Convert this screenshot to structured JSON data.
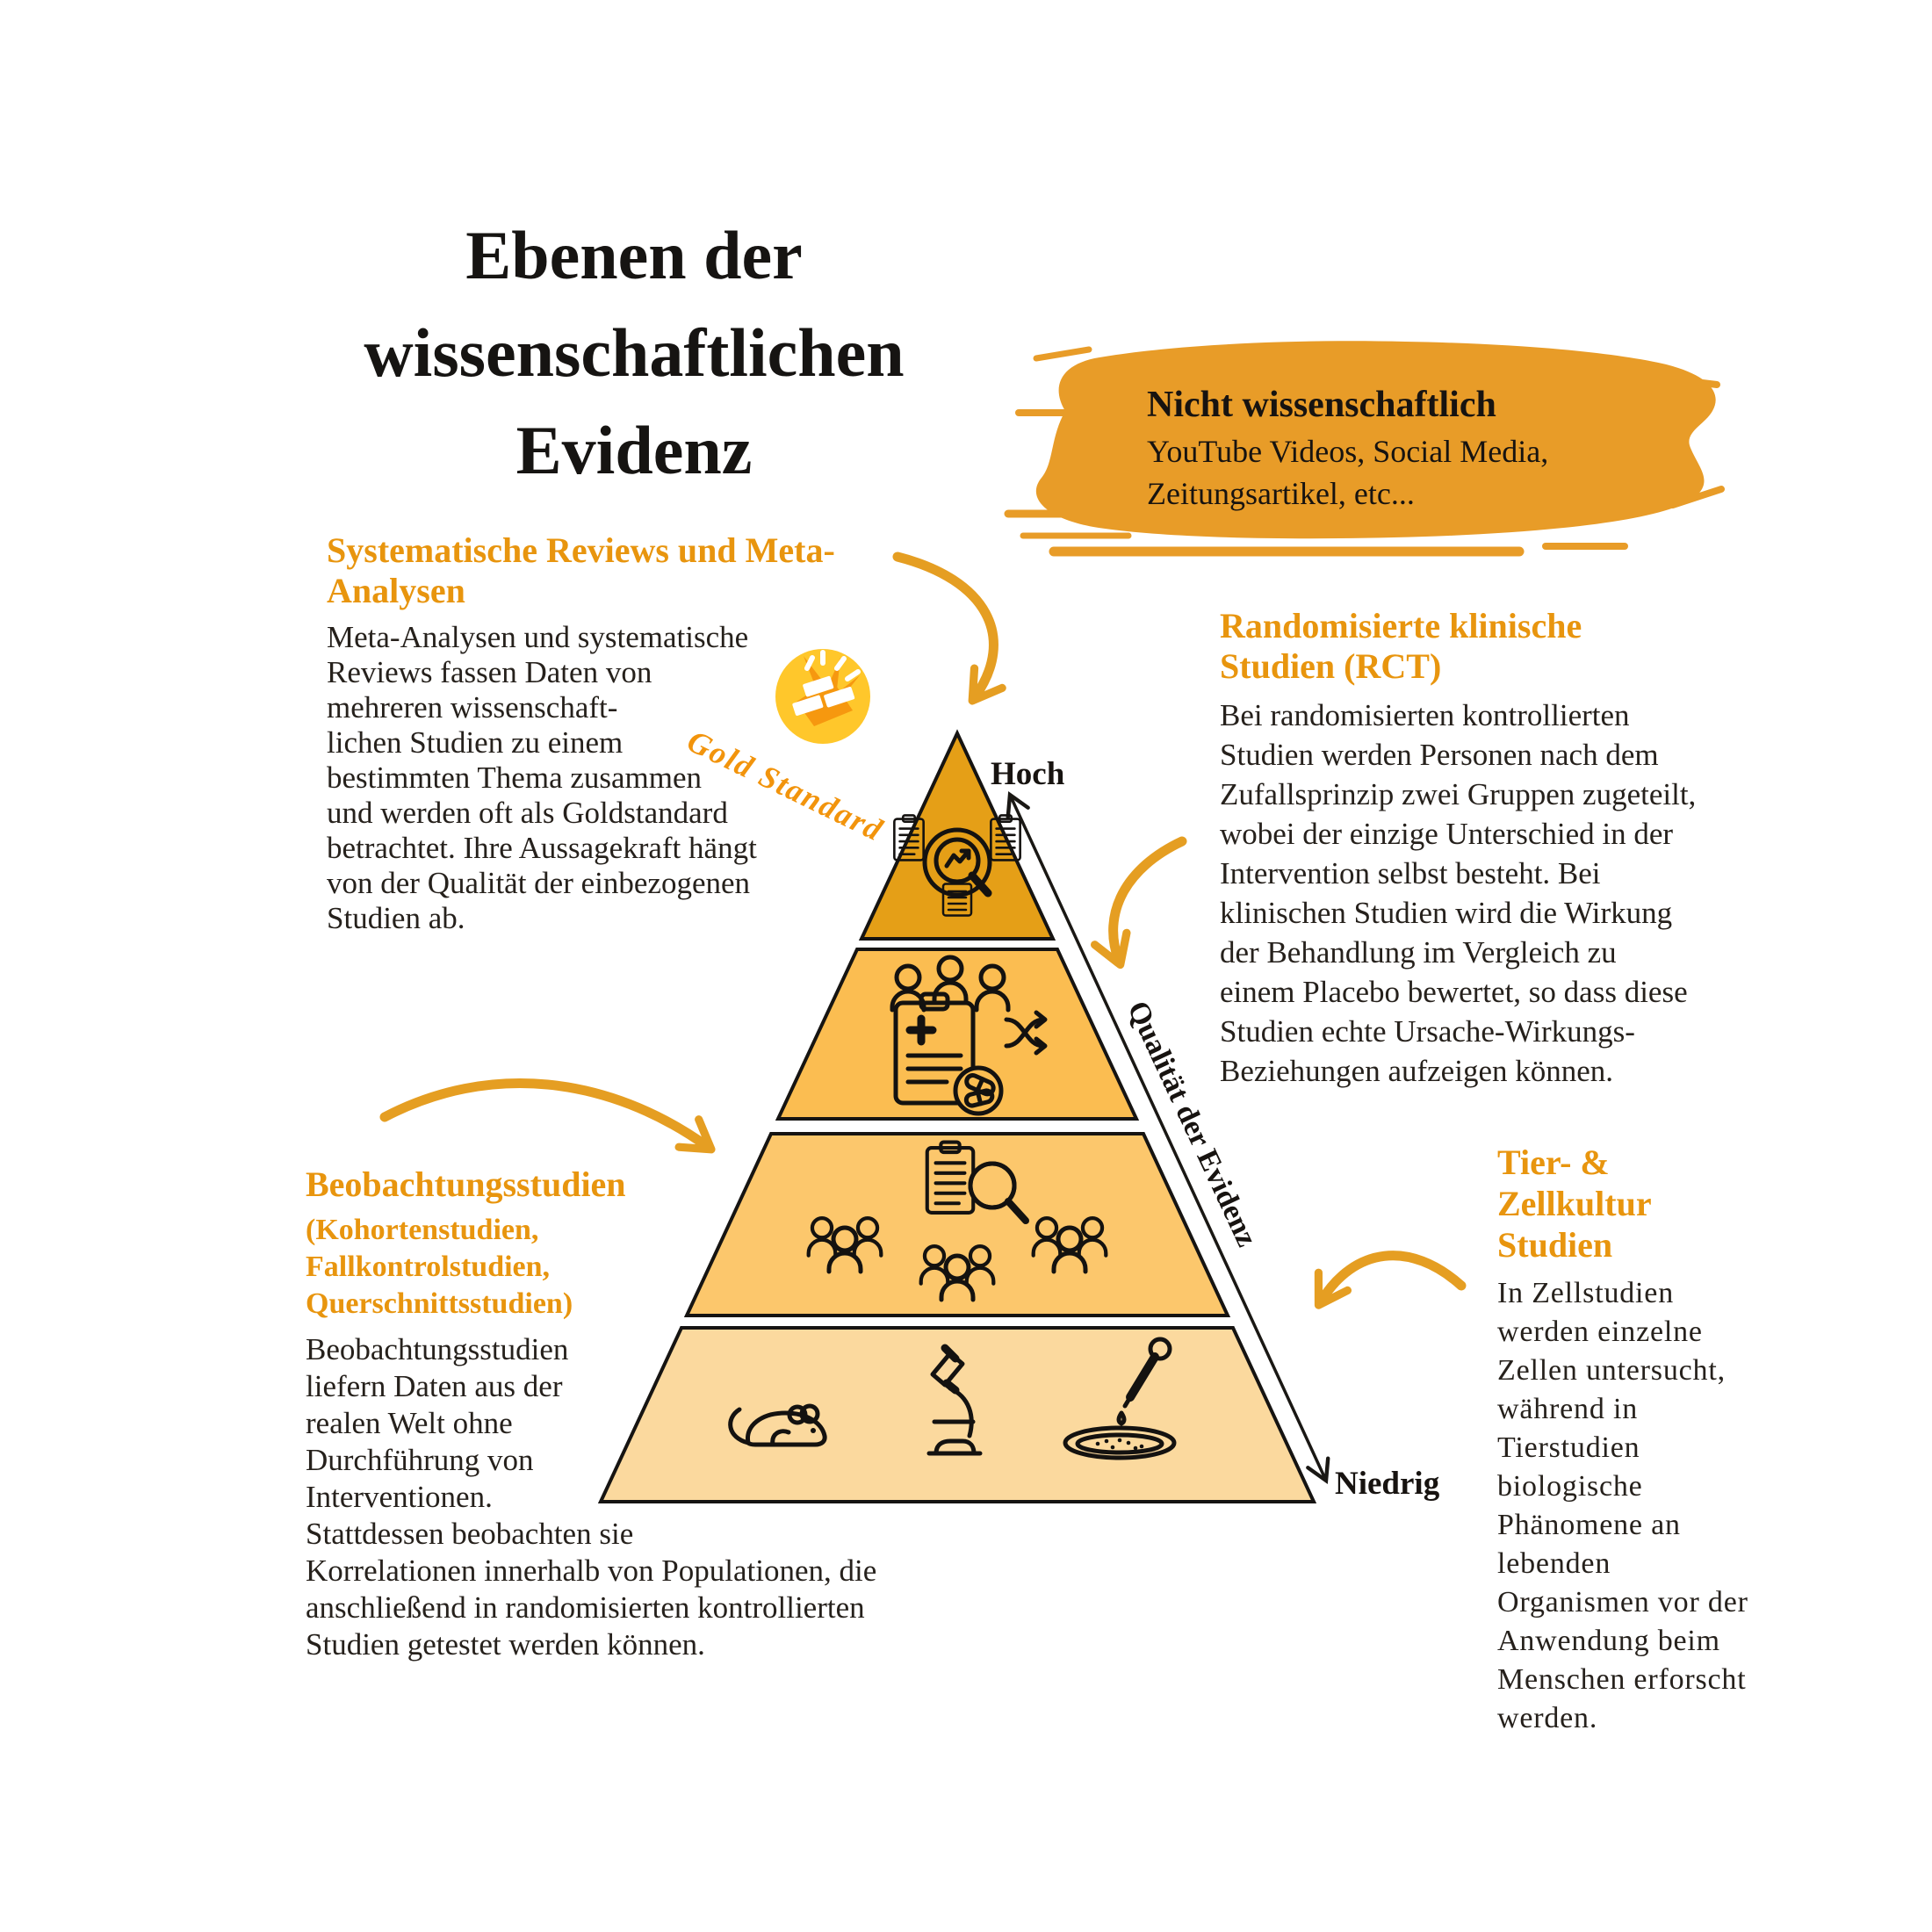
{
  "title": {
    "lines": "Ebenen der\nwissenschaftlichen\nEvidenz"
  },
  "not_scientific": {
    "heading": "Nicht wissenschaftlich",
    "body": "YouTube Videos, Social Media,\nZeitungsartikel, etc...",
    "brush_color": "#E89C28"
  },
  "badge": {
    "label": "Gold Standard",
    "circle_color": "#FFC72B",
    "accent_color": "#F6980F",
    "label_color": "#F2940C"
  },
  "sections": {
    "meta": {
      "heading": "Systematische Reviews und Meta-\nAnalysen",
      "body": "Meta-Analysen und systematische\nReviews fassen Daten von\nmehreren wissenschaft-\nlichen Studien zu einem\nbestimmten Thema zusammen\nund werden oft als Goldstandard\nbetrachtet. Ihre Aussagekraft hängt\nvon der Qualität der einbezogenen\nStudien ab."
    },
    "rct": {
      "heading": "Randomisierte klinische\nStudien (RCT)",
      "body": "Bei randomisierten kontrollierten\nStudien werden Personen nach dem\nZufallsprinzip zwei Gruppen zugeteilt,\nwobei der einzige Unterschied in der\nIntervention selbst besteht. Bei\nklinischen Studien wird die Wirkung\nder Behandlung im Vergleich zu\neinem Placebo bewertet, so dass diese\nStudien echte Ursache-Wirkungs-\nBeziehungen aufzeigen können."
    },
    "beob": {
      "heading": "Beobachtungsstudien",
      "subheading": "(Kohortenstudien,\nFallkontrolstudien,\nQuerschnittsstudien)",
      "body": "Beobachtungsstudien\nliefern Daten aus der\nrealen Welt ohne\nDurchführung von\nInterventionen.\nStattdessen beobachten sie\nKorrelationen innerhalb von Populationen, die\nanschließend in randomisierten kontrollierten\nStudien getestet werden können."
    },
    "tier": {
      "heading": "Tier- &\nZellkultur\nStudien",
      "body": " In Zellstudien\nwerden einzelne\nZellen untersucht,\nwährend in\nTierstudien\nbiologische\nPhänomene an\nlebenden\nOrganismen vor der\nAnwendung beim\nMenschen erforscht\nwerden."
    }
  },
  "pyramid": {
    "axis": {
      "high": "Hoch",
      "low": "Niedrig",
      "label": "Qualität der Evidenz"
    },
    "levels": [
      {
        "icon": "meta-analysis-icon",
        "color": "#E59F17"
      },
      {
        "icon": "rct-icon",
        "color": "#FBBD51"
      },
      {
        "icon": "observational-icon",
        "color": "#FCC76C"
      },
      {
        "icon": "lab-icon",
        "color": "#FBD99E"
      }
    ],
    "accent_heading_color": "#E8950E",
    "arrow_color": "#E59E22"
  }
}
